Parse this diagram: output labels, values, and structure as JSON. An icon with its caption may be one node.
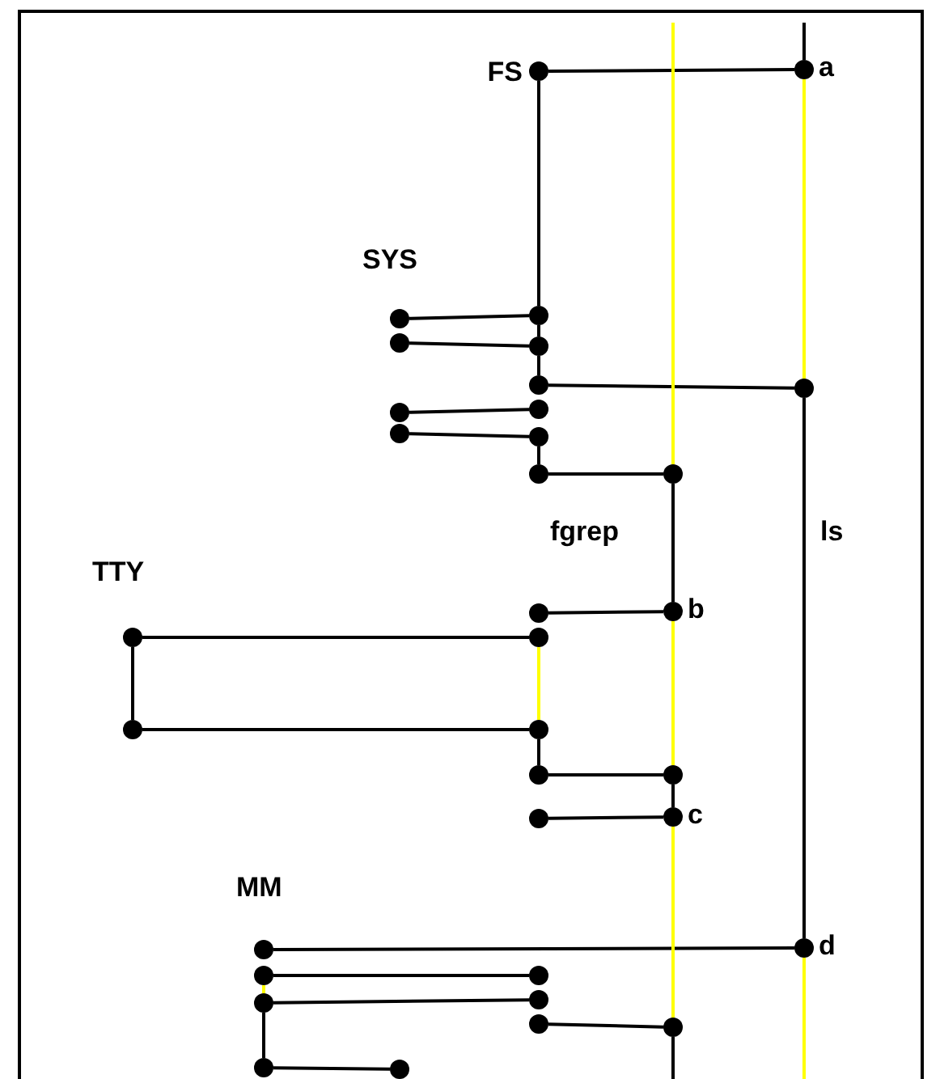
{
  "diagram": {
    "nodes": [
      {
        "text": [],
        "shape": "circle",
        "beside": [
          "FS"
        ]
      },
      {
        "text": [],
        "shape": "circle",
        "beside": [
          "a"
        ]
      },
      {
        "text": [],
        "shape": "circle"
      },
      {
        "text": [],
        "shape": "circle"
      },
      {
        "text": [],
        "shape": "circle"
      },
      {
        "text": [],
        "shape": "circle"
      },
      {
        "text": [],
        "shape": "circle"
      },
      {
        "text": [],
        "shape": "circle"
      },
      {
        "text": [],
        "shape": "circle"
      },
      {
        "text": [],
        "shape": "circle"
      },
      {
        "text": [],
        "shape": "circle"
      },
      {
        "text": [],
        "shape": "circle"
      },
      {
        "text": [],
        "shape": "circle"
      },
      {
        "text": [],
        "shape": "circle"
      },
      {
        "text": [],
        "shape": "circle"
      },
      {
        "text": [],
        "shape": "circle",
        "beside": [
          "b"
        ]
      },
      {
        "text": [],
        "shape": "circle"
      },
      {
        "text": [],
        "shape": "circle"
      },
      {
        "text": [],
        "shape": "circle"
      },
      {
        "text": [],
        "shape": "circle"
      },
      {
        "text": [],
        "shape": "circle"
      },
      {
        "text": [],
        "shape": "circle"
      },
      {
        "text": [],
        "shape": "circle"
      },
      {
        "text": [],
        "shape": "circle",
        "beside": [
          "c"
        ]
      },
      {
        "text": [],
        "shape": "circle"
      },
      {
        "text": [],
        "shape": "circle",
        "beside": [
          "d"
        ]
      },
      {
        "text": [],
        "shape": "circle"
      },
      {
        "text": [],
        "shape": "circle"
      },
      {
        "text": [],
        "shape": "circle"
      },
      {
        "text": [],
        "shape": "circle"
      },
      {
        "text": [],
        "shape": "circle"
      },
      {
        "text": [],
        "shape": "circle"
      },
      {
        "text": [],
        "shape": "circle"
      },
      {
        "text": [],
        "shape": "circle"
      }
    ],
    "edges": [
      {
        "from": 0,
        "to": 1,
        "arrow": "none"
      },
      {
        "from": 2,
        "to": 3,
        "arrow": "none"
      },
      {
        "from": 4,
        "to": 5,
        "arrow": "none"
      },
      {
        "from": 6,
        "to": 7,
        "arrow": "none"
      },
      {
        "from": 8,
        "to": 9,
        "arrow": "none"
      },
      {
        "from": 10,
        "to": 11,
        "arrow": "none"
      },
      {
        "from": 12,
        "to": 13,
        "arrow": "none"
      },
      {
        "from": 14,
        "to": 15,
        "arrow": "none"
      },
      {
        "from": 16,
        "to": 17,
        "arrow": "none"
      },
      {
        "from": 18,
        "to": 19,
        "arrow": "none"
      },
      {
        "from": 20,
        "to": 21,
        "arrow": "none"
      },
      {
        "from": 22,
        "to": 23,
        "arrow": "none"
      },
      {
        "from": 24,
        "to": 25,
        "arrow": "none"
      },
      {
        "from": 26,
        "to": 27,
        "arrow": "none"
      },
      {
        "from": 28,
        "to": 29,
        "arrow": "none"
      },
      {
        "from": 30,
        "to": 31,
        "arrow": "none"
      },
      {
        "from": 32,
        "to": 33,
        "arrow": "none"
      },
      {
        "from": 0,
        "to": 3,
        "arrow": "none"
      },
      {
        "from": 3,
        "to": 5,
        "arrow": "none"
      },
      {
        "from": 5,
        "to": 6,
        "arrow": "none"
      },
      {
        "from": 11,
        "to": 12,
        "arrow": "none"
      },
      {
        "from": 13,
        "to": 15,
        "arrow": "none"
      },
      {
        "from": 15,
        "to": 21,
        "arrow": "none",
        "color": "#ffff00"
      },
      {
        "from": 21,
        "to": 23,
        "arrow": "none"
      },
      {
        "from": 23,
        "to": 31,
        "arrow": "none",
        "color": "#ffff00"
      },
      {
        "from": 1,
        "to": 7,
        "arrow": "none",
        "color": "#ffff00"
      },
      {
        "from": 7,
        "to": 25,
        "arrow": "none"
      },
      {
        "from": 17,
        "to": 19,
        "arrow": "none",
        "color": "#ffff00"
      },
      {
        "from": 19,
        "to": 20,
        "arrow": "none"
      },
      {
        "from": 16,
        "to": 18,
        "arrow": "none"
      },
      {
        "from": 26,
        "to": 28,
        "arrow": "none",
        "color": "#ffff00"
      },
      {
        "from": 28,
        "to": 32,
        "arrow": "none"
      },
      {
        "from": null,
        "to": 13,
        "arrow": "none",
        "color": "#ffff00"
      },
      {
        "from": null,
        "to": 1,
        "arrow": "none"
      },
      {
        "from": 31,
        "to": null,
        "arrow": "none"
      },
      {
        "from": 25,
        "to": null,
        "arrow": "none",
        "color": "#ffff00"
      }
    ],
    "labels": [
      "SYS",
      "fgrep",
      "ls",
      "TTY",
      "MM"
    ]
  }
}
